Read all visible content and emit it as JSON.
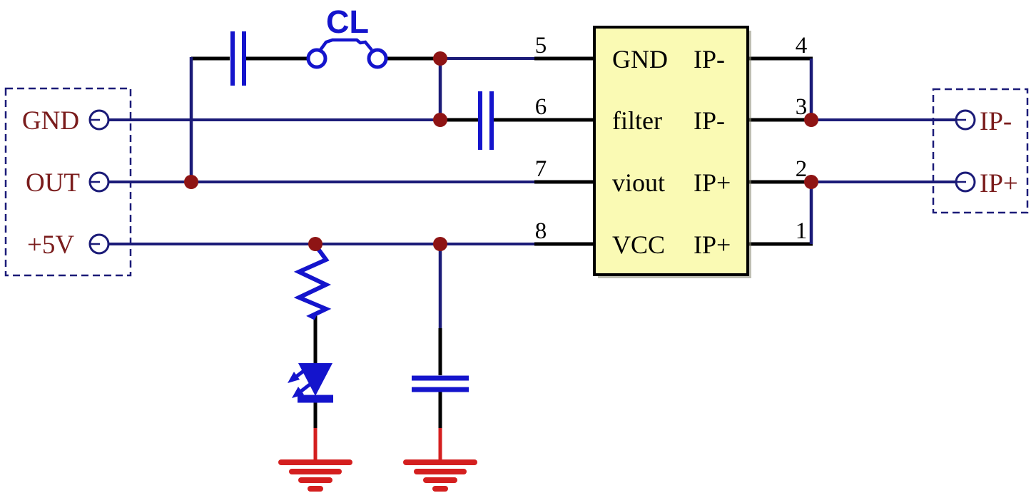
{
  "left_connector": {
    "pins": [
      {
        "label": "GND"
      },
      {
        "label": "OUT"
      },
      {
        "label": "+5V"
      }
    ]
  },
  "ic": {
    "left_pins": [
      {
        "number": "5",
        "label": "GND"
      },
      {
        "number": "6",
        "label": "filter"
      },
      {
        "number": "7",
        "label": "viout"
      },
      {
        "number": "8",
        "label": "VCC"
      }
    ],
    "right_pins": [
      {
        "number": "4",
        "label": "IP-"
      },
      {
        "number": "3",
        "label": "IP-"
      },
      {
        "number": "2",
        "label": "IP+"
      },
      {
        "number": "1",
        "label": "IP+"
      }
    ]
  },
  "right_connector": {
    "pins": [
      {
        "label": "IP-"
      },
      {
        "label": "IP+"
      }
    ]
  },
  "jumper": {
    "label": "CL"
  },
  "colors": {
    "wire": "#1b1b78",
    "component": "#1414cc",
    "junction": "#8e1414",
    "ground": "#d41f1f",
    "label": "#7a1c1c",
    "icfill": "#fafab4",
    "border": "#000000",
    "background": "#ffffff"
  }
}
